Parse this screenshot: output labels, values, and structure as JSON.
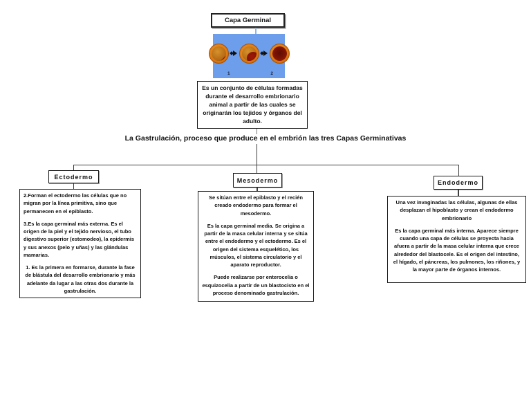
{
  "title_box": {
    "label": "Capa Germinal"
  },
  "embryo_panel": {
    "description": "blastula-gastrula-stages-illustration",
    "bg_color": "#6D9EEB",
    "ring_color": "#E07D12",
    "yolk_color": "#B56A14",
    "germ_color": "#8F1404",
    "stage_labels": [
      "1",
      "2"
    ]
  },
  "definition_box": {
    "text": "Es un conjunto de células formadas durante el desarrollo embrionario animal a partir de las cuales se originarán los tejidos y órganos del adulto."
  },
  "heading": {
    "text": "La Gastrulación, proceso que produce en el embrión las tres Capas Germinativas"
  },
  "branches": [
    {
      "label": "Ectodermo",
      "paragraphs": [
        "2.Forman el ectodermo las células que no migran por la línea primitiva, sino que permanecen en el epiblasto.",
        "3.Es la capa germinal más externa. Es el origen de la piel y el tejido nervioso, el tubo digestivo superior (estomodeo), la epidermis y sus anexos (pelo y uñas) y las glándulas mamarias.",
        "1. Es la primera en formarse, durante la fase de blástula del desarrollo embrionario y más adelante da lugar a las otras dos durante la gastrulación."
      ]
    },
    {
      "label": "Mesodermo",
      "paragraphs": [
        "Se sitúan entre el epiblasto y el recién creado endodermo para formar el mesodermo.",
        "Es la capa germinal media. Se origina a partir de la masa celular interna y se sitúa entre el endodermo y el ectodermo. Es el origen del sistema esquelético, los músculos, el sistema circulatorio y el aparato reproductor.",
        "Puede realizarse por enterocelia o esquizocelia a partir de un blastocisto en el proceso denominado gastrulación."
      ]
    },
    {
      "label": "Endodermo",
      "paragraphs": [
        "Una vez invaginadas las células, algunas de ellas desplazan el hipoblasto y crean el endodermo embrionario",
        "Es la capa germinal más interna. Aparece siempre cuando una capa de células se proyecta hacia afuera a partir de la masa celular interna que crece alrededor del blastocele. Es el origen del intestino, el hígado, el páncreas, los pulmones, los riñones, y la mayor parte de órganos internos."
      ]
    }
  ]
}
